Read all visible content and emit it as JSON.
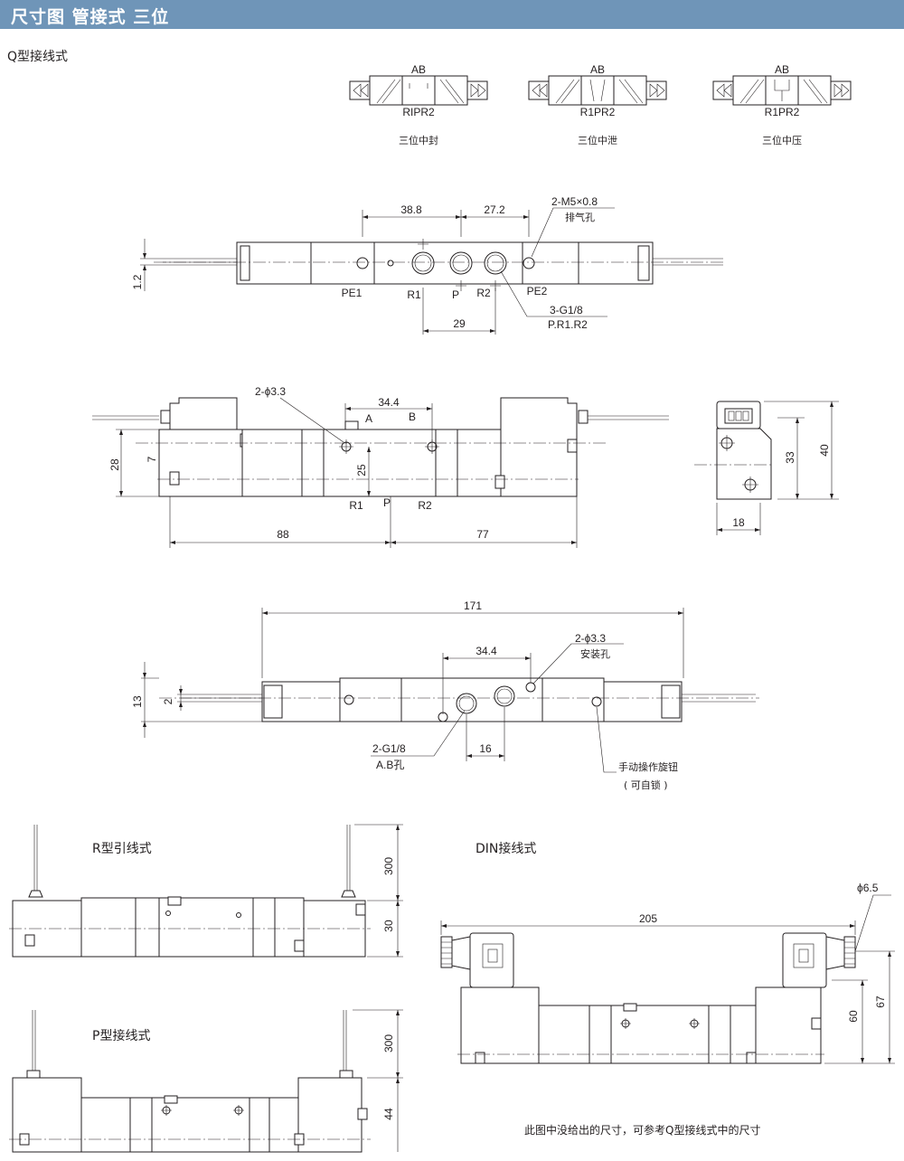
{
  "header": {
    "title": "尺寸图 管接式 三位"
  },
  "sections": {
    "q_type": "Q型接线式",
    "r_type": "R型引线式",
    "p_type": "P型接线式",
    "din_type": "DIN接线式"
  },
  "symbols": [
    {
      "top": "AB",
      "bottom": "RIPR2",
      "caption": "三位中封"
    },
    {
      "top": "AB",
      "bottom": "R1PR2",
      "caption": "三位中泄"
    },
    {
      "top": "AB",
      "bottom": "R1PR2",
      "caption": "三位中压"
    }
  ],
  "top_view": {
    "dim_38_8": "38.8",
    "dim_27_2": "27.2",
    "exhaust_spec": "2-M5×0.8",
    "exhaust_name": "排气孔",
    "dim_1_2": "1.2",
    "port_pe1": "PE1",
    "port_r1": "R1",
    "port_p": "P",
    "port_r2": "R2",
    "port_pe2": "PE2",
    "thread_spec": "3-G1/8",
    "thread_ports": "P.R1.R2",
    "dim_29": "29"
  },
  "front_view": {
    "hole_spec": "2-ϕ3.3",
    "dim_34_4": "34.4",
    "port_a": "A",
    "port_b": "B",
    "dim_28": "28",
    "dim_7": "7",
    "dim_25": "25",
    "port_r1": "R1",
    "port_p": "P",
    "port_r2": "R2",
    "dim_88": "88",
    "dim_77": "77"
  },
  "side_view": {
    "dim_33": "33",
    "dim_40": "40",
    "dim_18": "18"
  },
  "bottom_view": {
    "dim_171": "171",
    "hole_spec": "2-ϕ3.3",
    "hole_name": "安装孔",
    "dim_34_4": "34.4",
    "dim_13": "13",
    "dim_2": "2",
    "thread_spec": "2-G1/8",
    "thread_ports": "A.B孔",
    "dim_16": "16",
    "manual_name": "手动操作旋钮",
    "manual_note": "( 可自锁 )"
  },
  "r_view": {
    "dim_300": "300",
    "dim_30": "30"
  },
  "p_view": {
    "dim_300": "300",
    "dim_44": "44"
  },
  "din_view": {
    "dim_phi": "ϕ6.5",
    "dim_205": "205",
    "dim_60": "60",
    "dim_67": "67"
  },
  "footnote": "此图中没给出的尺寸，可参考Q型接线式中的尺寸"
}
